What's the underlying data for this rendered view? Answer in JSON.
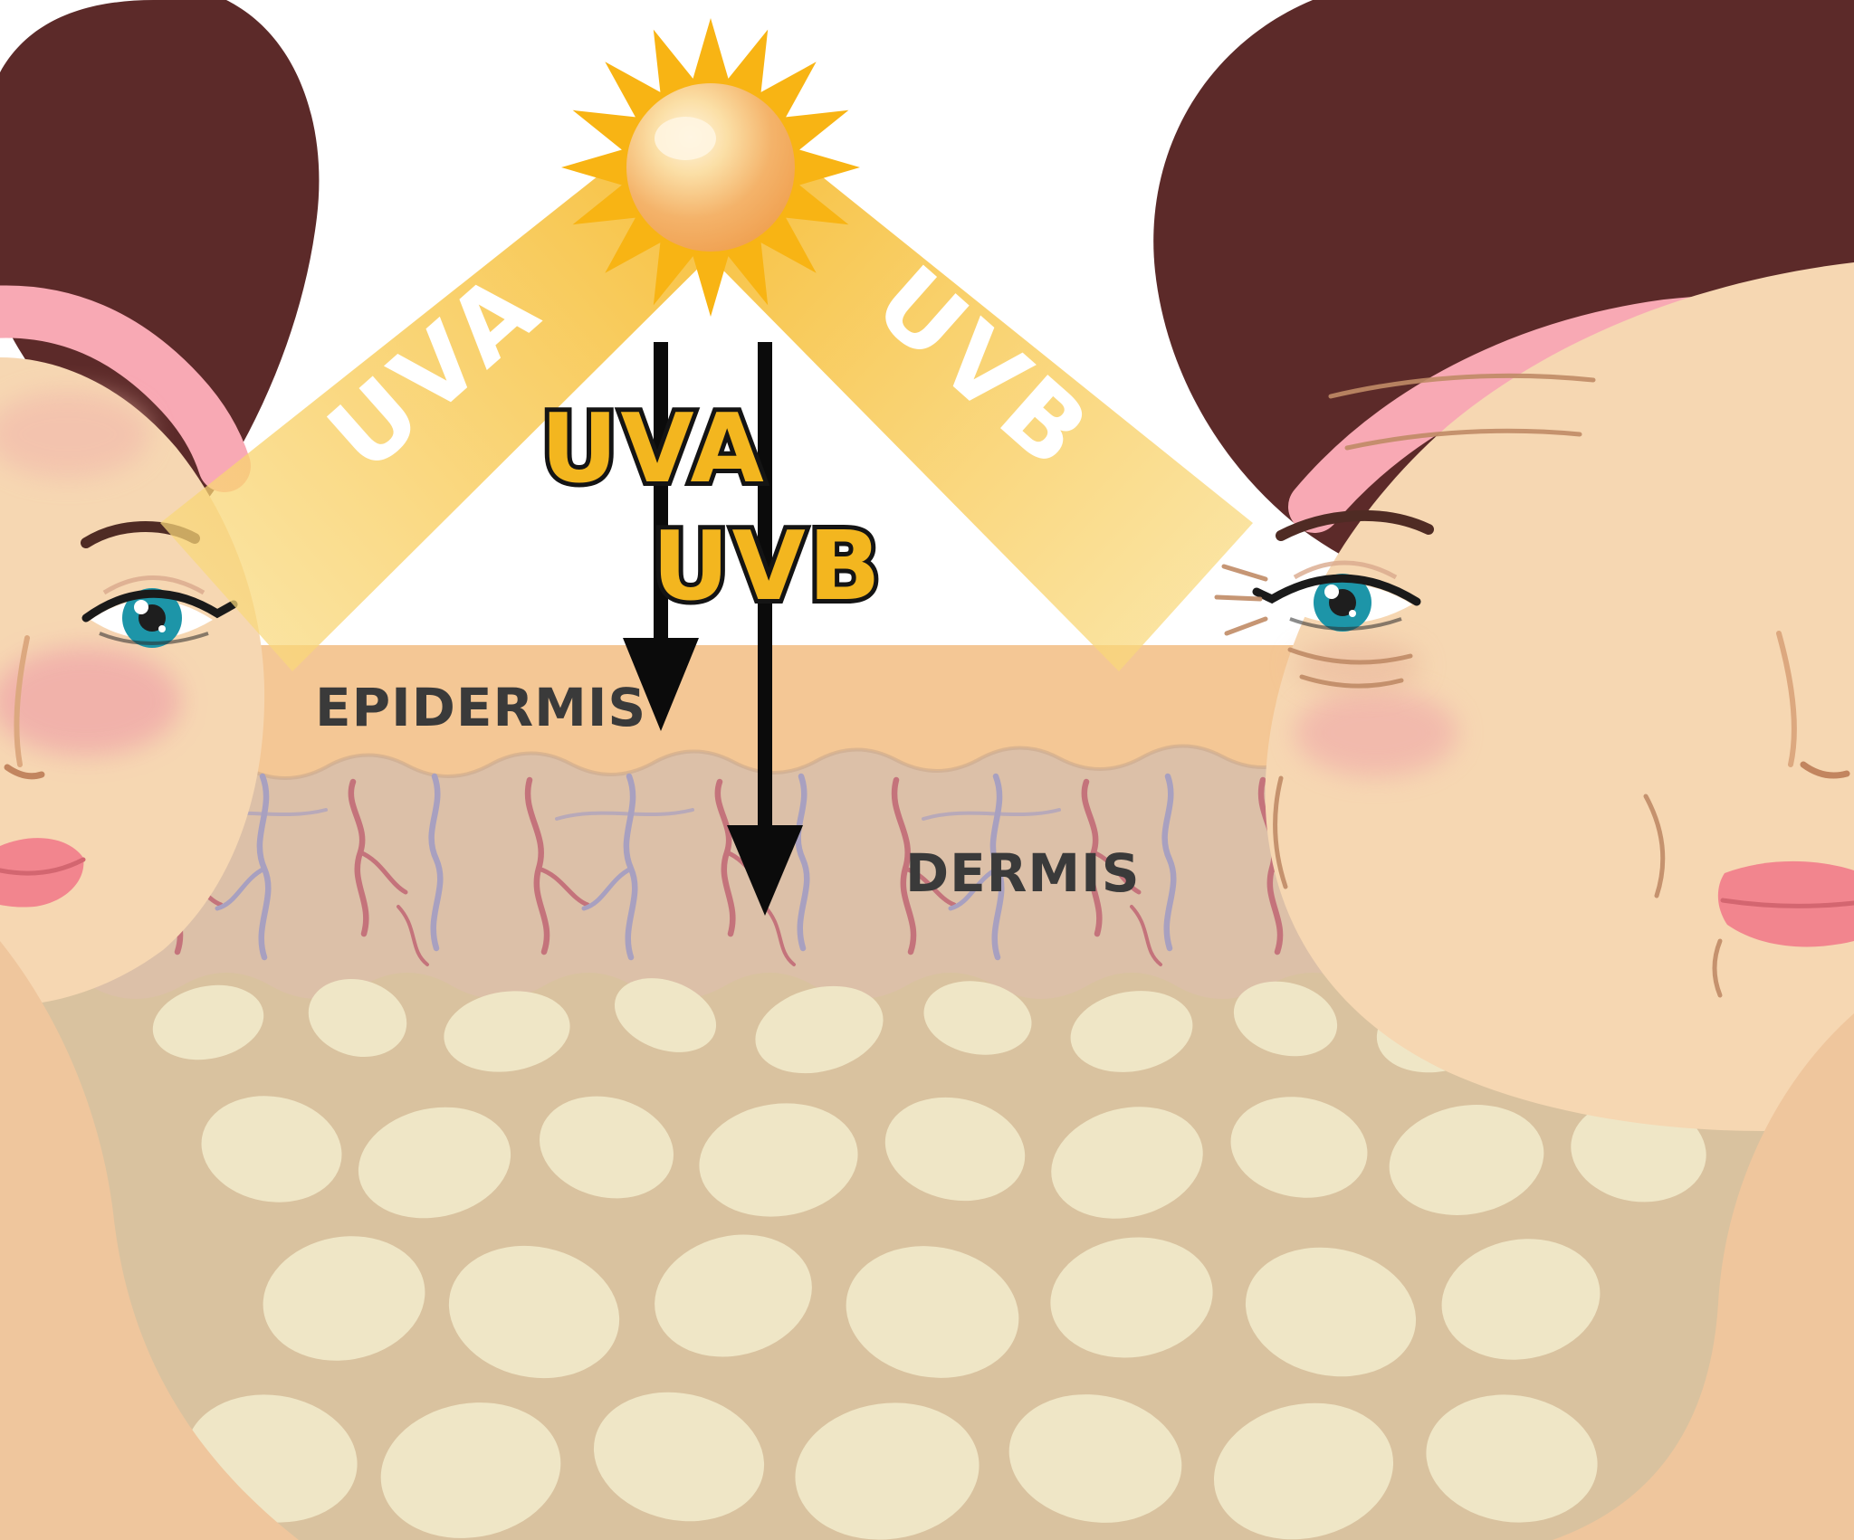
{
  "labels": {
    "beam_left": "UVA",
    "beam_right": "UVB",
    "arrow_left": "UVA",
    "arrow_right": "UVB",
    "epidermis": "EPIDERMIS",
    "dermis": "DERMIS"
  },
  "colors": {
    "sun_spikes": "#F8B414",
    "sun_core": "#F2A95C",
    "beam": "#F8C94F",
    "beam_text": "#FFFFFF",
    "arrow": "#0B0B0B",
    "arrow_label_fill": "#F3B61F",
    "epidermis": "#F4C795",
    "dermis": "#DCC0A8",
    "hypodermis": "#D9C29F",
    "fat": "#EFE6C6",
    "layer_text": "#3A3A3A",
    "hair": "#5C2A29",
    "skin": "#F6D7B2",
    "headband": "#F8A9B4",
    "vessel_red": "#C4737B",
    "vessel_purple": "#A8A0C0"
  }
}
